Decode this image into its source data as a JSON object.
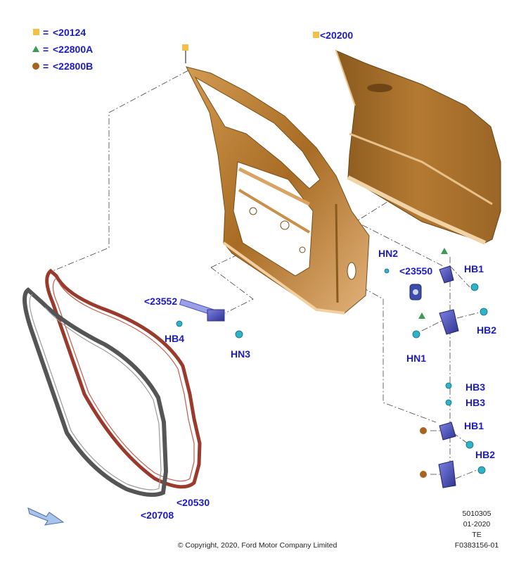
{
  "legend": [
    {
      "marker": "square",
      "equals": "=",
      "code": "<20124"
    },
    {
      "marker": "triangle",
      "equals": "=",
      "code": "<22800A"
    },
    {
      "marker": "circle",
      "equals": "=",
      "code": "<22800B"
    }
  ],
  "parts": {
    "outer_panel": "<20200",
    "check_arm": "<23552",
    "plug": "<23550",
    "seal_inner": "<20708",
    "seal_outer": "<20530",
    "hn2": "HN2",
    "hn1": "HN1",
    "hn3": "HN3",
    "hb1_top": "HB1",
    "hb2_top": "HB2",
    "hb3_a": "HB3",
    "hb3_b": "HB3",
    "hb1_bottom": "HB1",
    "hb2_bottom": "HB2",
    "hb4": "HB4"
  },
  "footer": {
    "copyright": "© Copyright, 2020, Ford Motor Company Limited",
    "code": "5010305",
    "date": "01-2020",
    "region": "TE",
    "figure": "F0383156-01"
  },
  "colors": {
    "label_blue": "#1a1acd",
    "square": "#f7be45",
    "triangle": "#3f9a55",
    "circle": "#a8641d",
    "door_panel": "#b47a32",
    "seal_red": "#9a3a2c",
    "seal_gray": "#555555",
    "hinge_purple": "#4b4fb8",
    "bolt_cyan": "#2fb3c8"
  },
  "icons": [
    "front-direction-arrow-icon",
    "square-marker-icon",
    "triangle-marker-icon",
    "circle-marker-icon"
  ]
}
